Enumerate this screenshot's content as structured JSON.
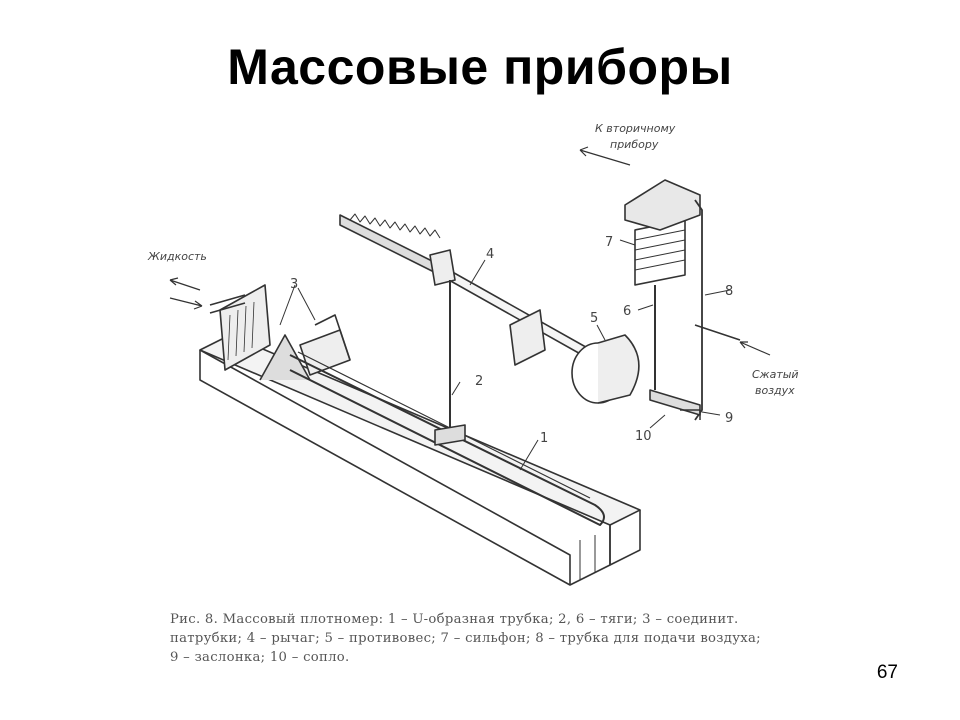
{
  "slide": {
    "title": "Массовые приборы",
    "page_number": "67"
  },
  "figure": {
    "labels": {
      "n1": "1",
      "n2": "2",
      "n3": "3",
      "n4": "4",
      "n5": "5",
      "n6": "6",
      "n7": "7",
      "n8": "8",
      "n9": "9",
      "n10": "10"
    },
    "annotations": {
      "liquid": "Жидкость",
      "secondary_line1": "К вторичному",
      "secondary_line2": "прибору",
      "air_line1": "Сжатый",
      "air_line2": "воздух"
    },
    "caption_lines": [
      "Рис. 8. Массовый плотномер: 1 – U-образная трубка; 2, 6 – тяги; 3 – соединит.",
      "патрубки; 4 – рычаг; 5 – противовес; 7 – сильфон; 8 – трубка для подачи воздуха;",
      "9 – заслонка; 10 – сопло."
    ]
  }
}
